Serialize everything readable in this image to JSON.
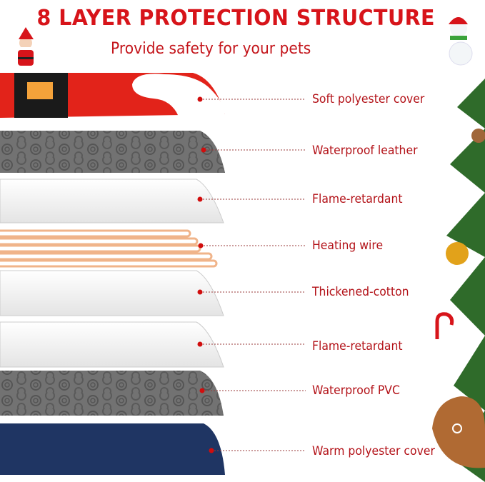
{
  "title": "8 LAYER PROTECTION STRUCTURE",
  "subtitle": "Provide safety for your pets",
  "accent_color": "#d7141a",
  "layers": [
    {
      "label": "Soft polyester cover",
      "color": "#e2231a"
    },
    {
      "label": "Waterproof leather",
      "color": "#6d6d6d"
    },
    {
      "label": "Flame-retardant",
      "color": "#f7f7f7"
    },
    {
      "label": "Heating wire",
      "color": "#f0b48a"
    },
    {
      "label": "Thickened-cotton",
      "color": "#f7f7f7"
    },
    {
      "label": "Flame-retardant",
      "color": "#f7f7f7"
    },
    {
      "label": "Waterproof PVC",
      "color": "#6d6d6d"
    },
    {
      "label": "Warm polyester cover",
      "color": "#1f3563"
    }
  ],
  "decorations": [
    "santa-icon",
    "snowman-icon",
    "christmas-tree-branch",
    "candy-cane-icon",
    "gingerbread-icon",
    "ornament-icon"
  ]
}
